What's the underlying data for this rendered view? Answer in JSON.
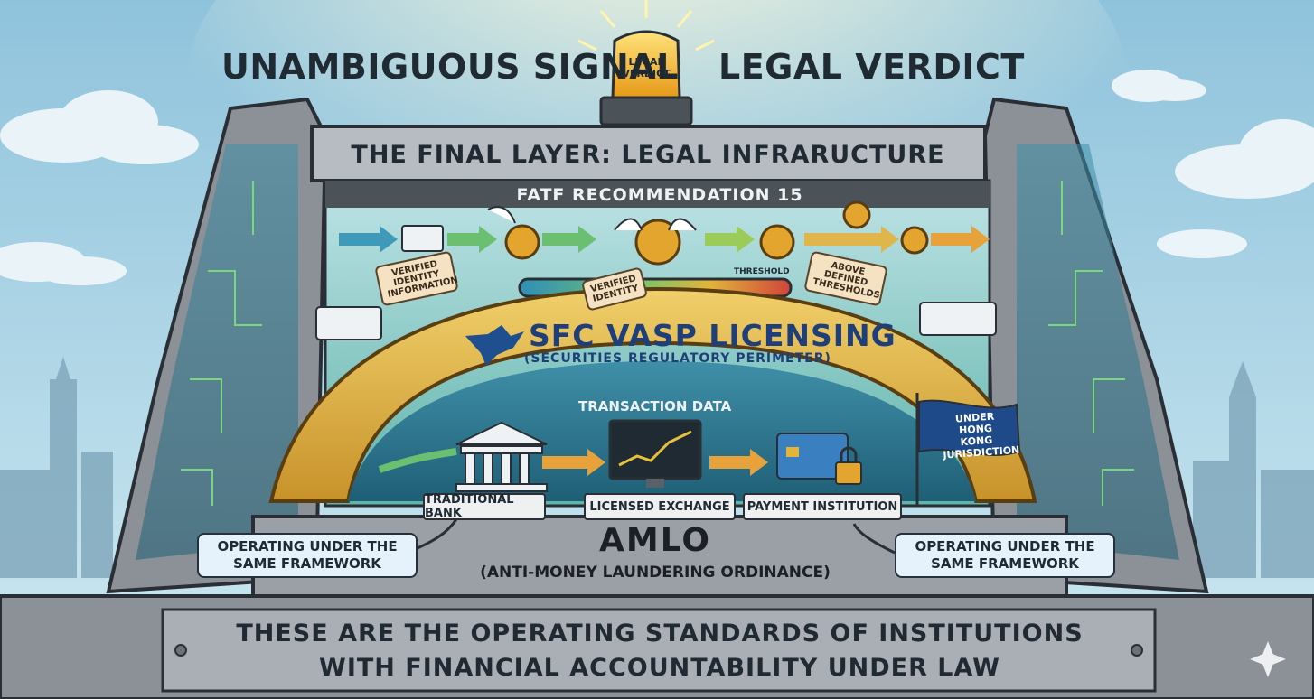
{
  "header": {
    "left_text": "UNAMBIGUOUS SIGNAL",
    "right_text": "LEGAL VERDICT",
    "beacon_label": "LEGAL VERDICT"
  },
  "frame": {
    "title": "THE FINAL LAYER: LEGAL INFRARUCTURE"
  },
  "fatf": {
    "title": "FATF RECOMMENDATION 15",
    "tags": {
      "verified_identity_information": "VERIFIED IDENTITY INFORMATION",
      "verified_identity": "VERIFIED IDENTITY",
      "above_thresholds": "ABOVE DEFINED THRESHOLDS"
    },
    "threshold_label": "THRESHOLD"
  },
  "sfc": {
    "title": "SFC VASP LICENSING",
    "subtitle": "(SECURITIES REGULATORY PERIMETER)"
  },
  "flow": {
    "transaction_data": "TRANSACTION DATA",
    "institutions": [
      "TRADITIONAL BANK",
      "LICENSED EXCHANGE",
      "PAYMENT INSTITUTION"
    ]
  },
  "jurisdiction_flag": "UNDER HONG KONG JURISDICTION",
  "amlo": {
    "title": "AMLO",
    "subtitle": "(ANTI-MONEY LAUNDERING ORDINANCE)"
  },
  "callouts": {
    "left": "OPERATING UNDER THE SAME FRAMEWORK",
    "right": "OPERATING UNDER THE SAME FRAMEWORK"
  },
  "footer": {
    "line1": "THESE ARE THE OPERATING STANDARDS OF INSTITUTIONS",
    "line2": "WITH FINANCIAL ACCOUNTABILITY UNDER LAW"
  },
  "colors": {
    "sky": "#a9d3e6",
    "stone": "#8a9096",
    "gold": "#d9a33a",
    "threshold_gradient": [
      "#2f8fb7",
      "#79c46a",
      "#e3b43c",
      "#d0443a"
    ],
    "flag": "#1f4a8a"
  }
}
